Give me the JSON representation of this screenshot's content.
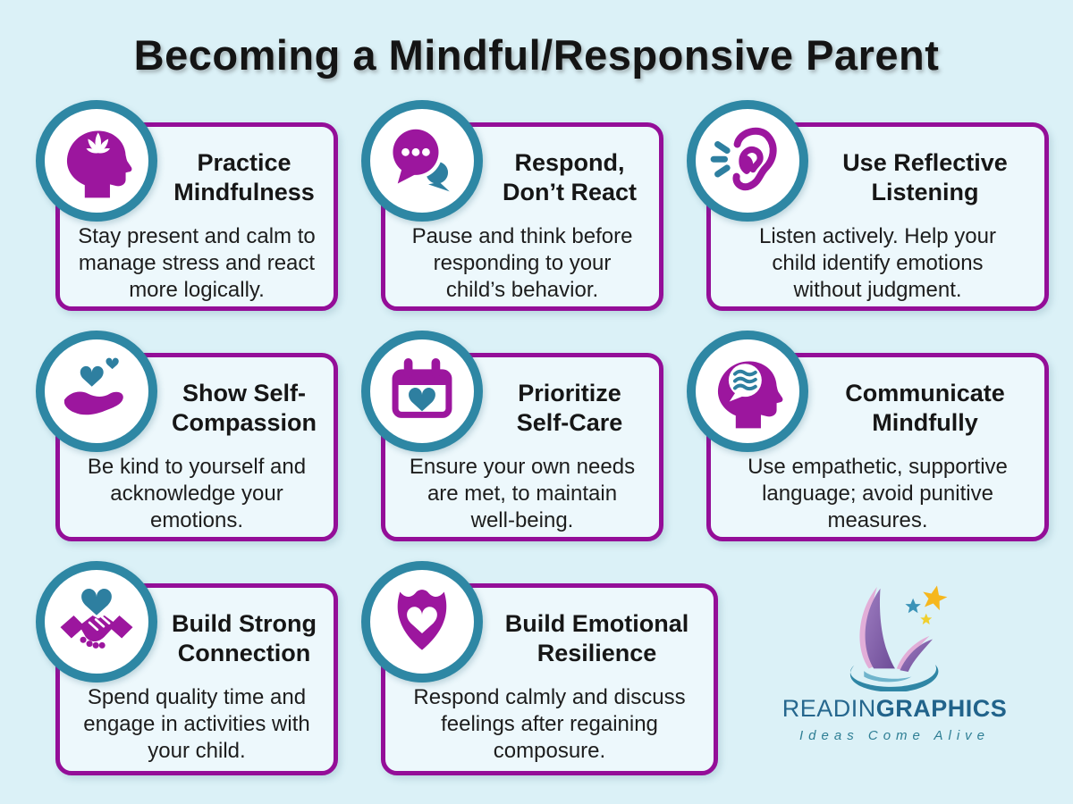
{
  "title": "Becoming a Mindful/Responsive Parent",
  "colors": {
    "background": "#dbf1f7",
    "card_background": "#edf8fc",
    "card_border_purple": "#940e98",
    "icon_purple": "#9c169e",
    "icon_teal": "#2e7fa0",
    "circle_ring_teal": "#2e87a4",
    "text": "#1d1d1d",
    "logo_blue": "#26678e",
    "logo_star_yellow": "#f6b71d"
  },
  "cards": [
    {
      "icon": "mindfulness-head-icon",
      "title": "Practice\nMindfulness",
      "description": "Stay present and calm to\nmanage stress and react\nmore logically."
    },
    {
      "icon": "chat-bubbles-icon",
      "title": "Respond,\nDon’t React",
      "description": "Pause and think before\nresponding to your\nchild’s behavior."
    },
    {
      "icon": "listening-ear-icon",
      "title": "Use Reflective\nListening",
      "description": "Listen actively. Help your\nchild identify emotions\nwithout judgment."
    },
    {
      "icon": "hand-hearts-icon",
      "title": "Show Self-\nCompassion",
      "description": "Be kind to yourself and\nacknowledge your\nemotions."
    },
    {
      "icon": "calendar-heart-icon",
      "title": "Prioritize\nSelf-Care",
      "description": "Ensure your own needs\nare met, to maintain\nwell-being."
    },
    {
      "icon": "head-thought-waves-icon",
      "title": "Communicate\nMindfully",
      "description": "Use empathetic, supportive\nlanguage; avoid punitive\nmeasures."
    },
    {
      "icon": "handshake-heart-icon",
      "title": "Build Strong\nConnection",
      "description": "Spend quality time and\nengage in activities with\nyour child."
    },
    {
      "icon": "shield-heart-icon",
      "title": "Build Emotional\nResilience",
      "description": "Respond calmly and discuss\nfeelings after regaining\ncomposure."
    }
  ],
  "logo": {
    "name_regular": "READIN",
    "name_bold": "GRAPHICS",
    "tagline": "Ideas Come Alive"
  }
}
